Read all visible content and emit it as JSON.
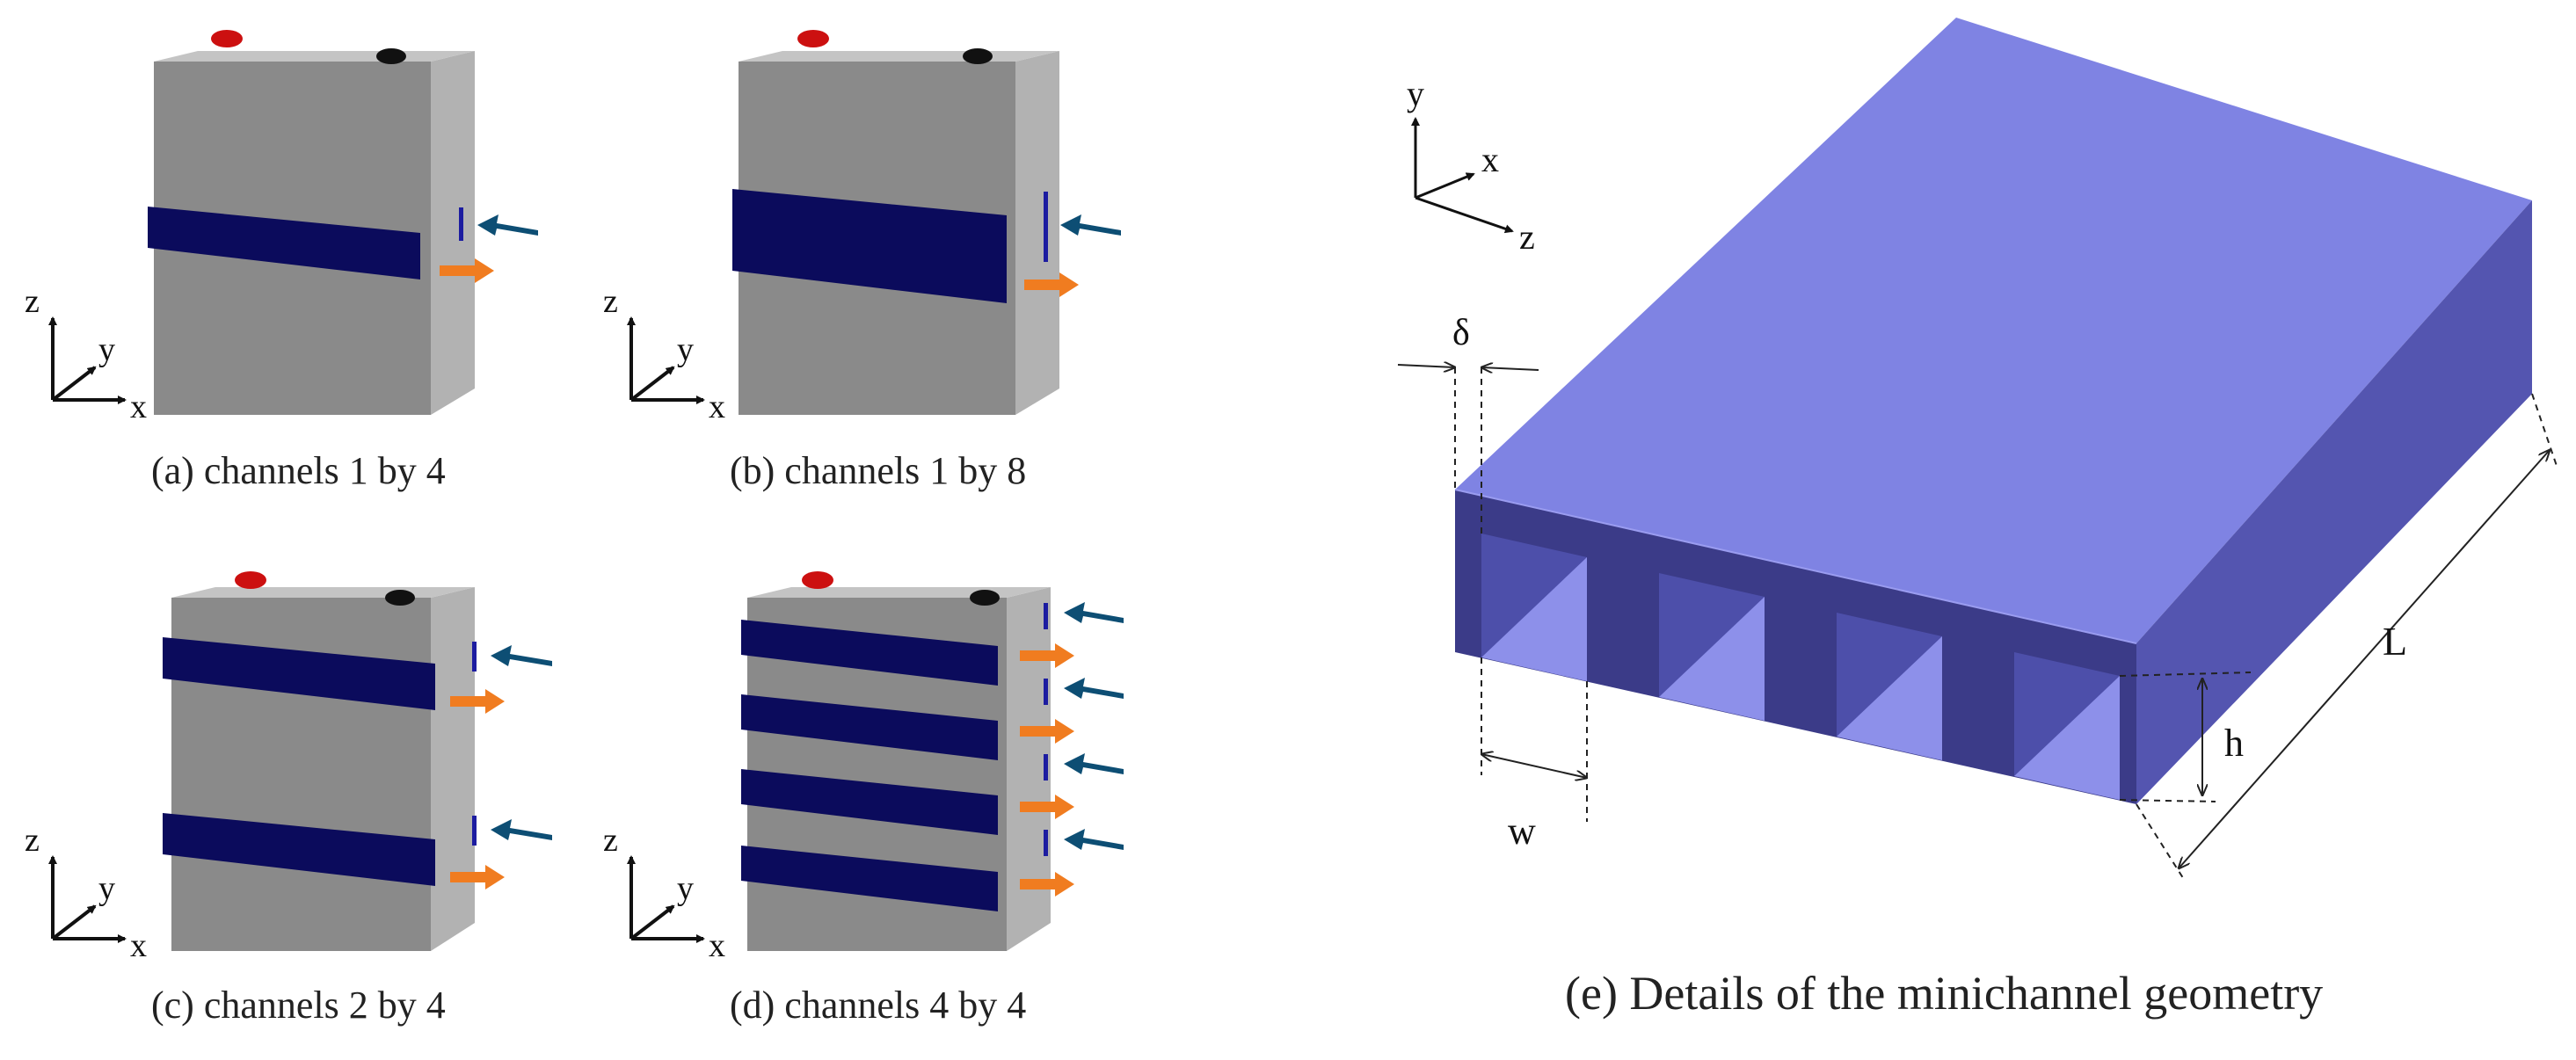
{
  "panels": [
    {
      "id": "a",
      "caption": "(a) channels 1 by 4",
      "channel_rows": 1,
      "wide": false
    },
    {
      "id": "b",
      "caption": "(b) channels 1 by 8",
      "channel_rows": 1,
      "wide": true
    },
    {
      "id": "c",
      "caption": "(c) channels 2 by 4",
      "channel_rows": 2,
      "wide": false
    },
    {
      "id": "d",
      "caption": "(d) channels 4 by 4",
      "channel_rows": 4,
      "wide": false
    }
  ],
  "axes_labels": {
    "z": "z",
    "y": "y",
    "x": "x"
  },
  "detail": {
    "caption": "(e) Details of the minichannel geometry",
    "axes_labels": {
      "y": "y",
      "x": "x",
      "z": "z"
    },
    "dimensions": {
      "delta": "δ",
      "w": "w",
      "h": "h",
      "L": "L"
    },
    "channel_count": 4
  },
  "colors": {
    "battery_front": "#8a8a8a",
    "battery_top": "#c4c4c4",
    "battery_side": "#b2b2b2",
    "channel_block": "#0b0b5c",
    "inlet_arrow": "#0d4e74",
    "outlet_arrow": "#f07c20",
    "terminal_positive": "#cc1010",
    "terminal_negative": "#111111",
    "slab_top": "#7f83e3",
    "slab_front": "#3b3b88",
    "slab_side": "#5455b0",
    "channel_inner_light": "#8d90ea",
    "channel_inner_dark": "#4d4faa"
  }
}
